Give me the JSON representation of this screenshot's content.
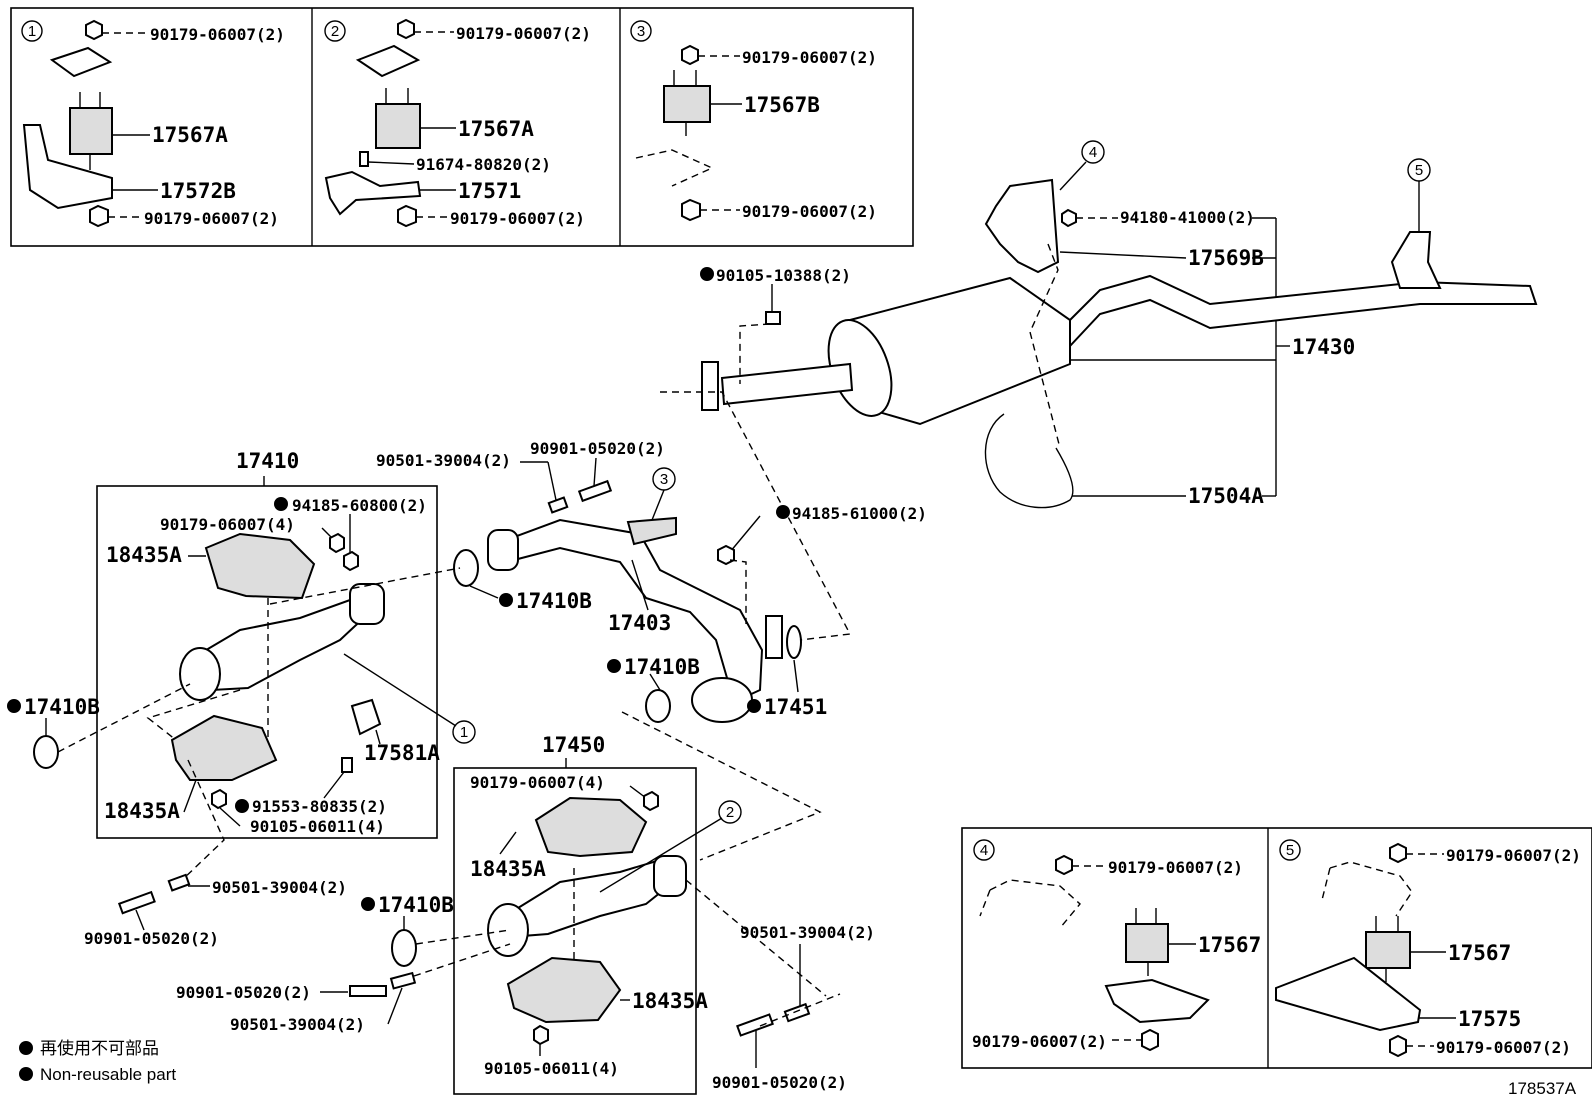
{
  "panels": {
    "p1": {
      "num": "1",
      "top_nut": "90179-06007(2)",
      "mount": "17567A",
      "bracket": "17572B",
      "bottom_nut": "90179-06007(2)"
    },
    "p2": {
      "num": "2",
      "top_nut": "90179-06007(2)",
      "mount": "17567A",
      "bolt": "91674-80820(2)",
      "bracket": "17571",
      "bottom_nut": "90179-06007(2)"
    },
    "p3": {
      "num": "3",
      "top_nut": "90179-06007(2)",
      "mount": "17567B",
      "bottom_nut": "90179-06007(2)"
    },
    "p4": {
      "num": "4",
      "top_nut": "90179-06007(2)",
      "mount": "17567",
      "bottom_nut": "90179-06007(2)"
    },
    "p5": {
      "num": "5",
      "top_nut": "90179-06007(2)",
      "mount": "17567",
      "bracket": "17575",
      "bottom_nut": "90179-06007(2)"
    }
  },
  "callouts": {
    "c1": "1",
    "c2": "2",
    "c3": "3",
    "c4": "4",
    "c5": "5"
  },
  "tailpipe": {
    "bolt_10388": "90105-10388(2)",
    "nut_41000": "94180-41000(2)",
    "hanger": "17569B",
    "assembly": "17430",
    "strap": "17504A"
  },
  "front_pipe": {
    "bolt_39004": "90501-39004(2)",
    "bolt_05020": "90901-05020(2)",
    "nut_61000": "94185-61000(2)",
    "pipe": "17403",
    "gasket_a": "17410B",
    "gasket_b": "17410B",
    "gasket_c": "17451"
  },
  "left_converter": {
    "assembly": "17410",
    "nut_60800": "94185-60800(2)",
    "nut_06007": "90179-06007(4)",
    "shield_top": "18435A",
    "shield_bottom": "18435A",
    "bracket": "17581A",
    "bolt_80835": "91553-80835(2)",
    "bolt_06011": "90105-06011(4)",
    "gasket_left": "17410B",
    "bolt_39004": "90501-39004(2)",
    "bolt_05020": "90901-05020(2)"
  },
  "right_converter": {
    "assembly": "17450",
    "nut_06007": "90179-06007(4)",
    "shield_top": "18435A",
    "shield_bottom": "18435A",
    "bolt_06011": "90105-06011(4)",
    "gasket": "17410B",
    "bolt_05020_left": "90901-05020(2)",
    "bolt_39004_left": "90501-39004(2)",
    "bolt_39004_right": "90501-39004(2)",
    "bolt_05020_right": "90901-05020(2)"
  },
  "legend": {
    "jp": "再使用不可部品",
    "en": "Non-reusable part"
  },
  "diagram_id": "178537A"
}
